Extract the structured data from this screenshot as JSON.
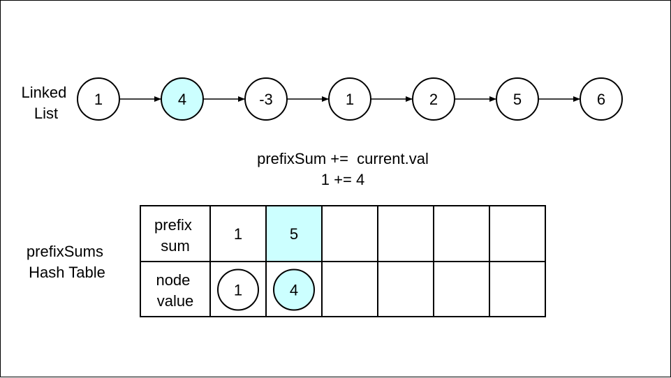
{
  "linked_list": {
    "label_lines": [
      "Linked",
      "List"
    ],
    "nodes": [
      {
        "value": "1",
        "highlighted": false
      },
      {
        "value": "4",
        "highlighted": true
      },
      {
        "value": "-3",
        "highlighted": false
      },
      {
        "value": "1",
        "highlighted": false
      },
      {
        "value": "2",
        "highlighted": false
      },
      {
        "value": "5",
        "highlighted": false
      },
      {
        "value": "6",
        "highlighted": false
      }
    ]
  },
  "formula": {
    "line1": "prefixSum +=  current.val",
    "line2": "1 += 4"
  },
  "hash_table": {
    "label_lines": [
      "prefixSums",
      "Hash Table"
    ],
    "row_headers": [
      {
        "lines": [
          "prefix",
          "sum"
        ]
      },
      {
        "lines": [
          "node",
          "value"
        ]
      }
    ],
    "columns": [
      {
        "prefix_sum": "1",
        "node_value": "1",
        "highlighted": false
      },
      {
        "prefix_sum": "5",
        "node_value": "4",
        "highlighted": true
      },
      {
        "prefix_sum": "",
        "node_value": "",
        "highlighted": false
      },
      {
        "prefix_sum": "",
        "node_value": "",
        "highlighted": false
      },
      {
        "prefix_sum": "",
        "node_value": "",
        "highlighted": false
      },
      {
        "prefix_sum": "",
        "node_value": "",
        "highlighted": false
      }
    ]
  },
  "colors": {
    "highlight": "#ccffff",
    "stroke": "#000000",
    "background": "#ffffff"
  }
}
